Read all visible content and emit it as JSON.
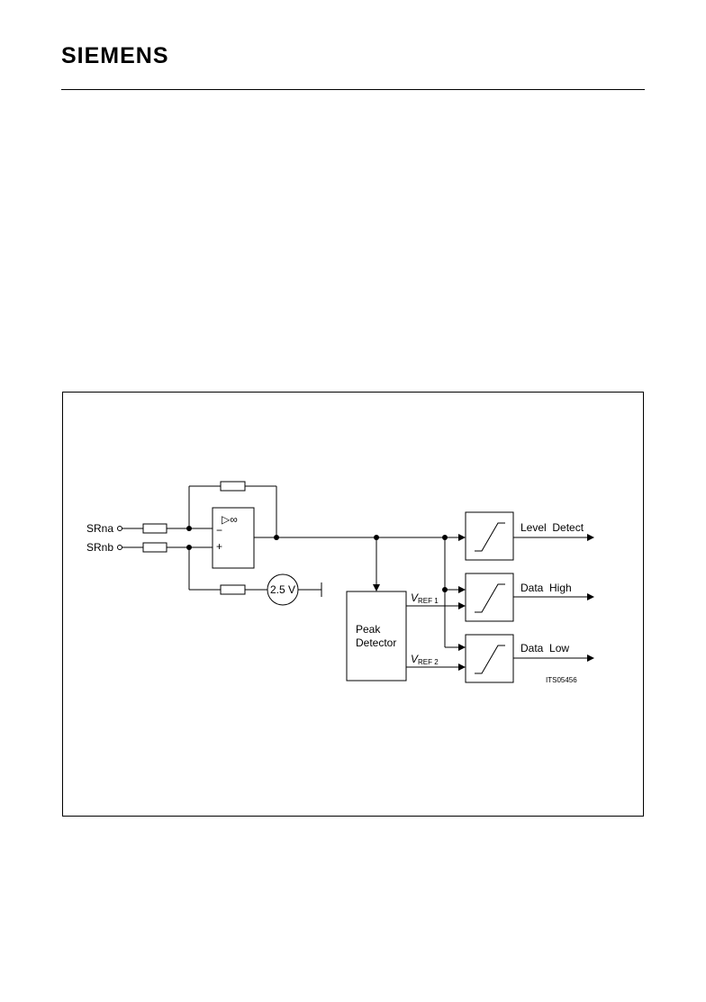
{
  "header": {
    "brand": "SIEMENS"
  },
  "diagram": {
    "inputs": {
      "a": "SRna",
      "b": "SRnb"
    },
    "opamp": {
      "symbol": "▷∞",
      "minus": "−",
      "plus": "+"
    },
    "reference_source": "2.5 V",
    "peak_detector": {
      "line1": "Peak",
      "line2": "Detector"
    },
    "vref1": {
      "main": "V",
      "sub": "REF 1"
    },
    "vref2": {
      "main": "V",
      "sub": "REF 2"
    },
    "outputs": {
      "level": "Level  Detect",
      "high": "Data  High",
      "low": "Data  Low"
    },
    "figure_id": "ITS05456"
  }
}
